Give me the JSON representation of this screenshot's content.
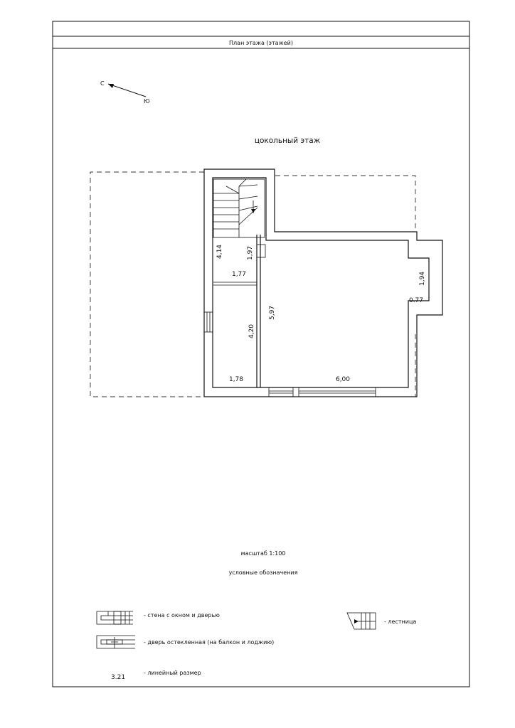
{
  "header": {
    "title": "План этажа (этажей)"
  },
  "compass": {
    "north": "С",
    "south": "Ю"
  },
  "plan": {
    "floor_name": "цокольный этаж",
    "dimensions": [
      "4,14",
      "1,97",
      "1,77",
      "4,20",
      "1,78",
      "5,97",
      "6,00",
      "1,94",
      "0.77"
    ]
  },
  "scale": {
    "label": "масштаб 1:100"
  },
  "legend": {
    "title": "условные обозначения",
    "wall": "- стена с окном и дверью",
    "door": "- дверь остекленная (на балкон и лоджию)",
    "stairs": "- лестница",
    "dim_sample": "3.21",
    "dim": "- линейный размер"
  }
}
